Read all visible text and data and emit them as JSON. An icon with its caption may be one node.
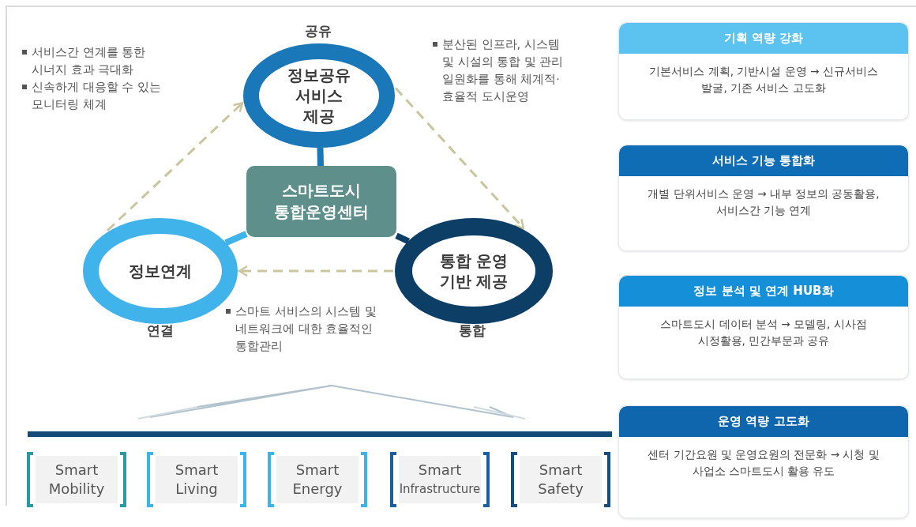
{
  "diagram": {
    "nodes": [
      {
        "text": [
          "정보공유 서비스 제공"
        ],
        "beside": [
          "공유"
        ]
      },
      {
        "text": [
          "스마트도시 통합운영센터"
        ]
      },
      {
        "text": [
          "정보연계"
        ],
        "beside": [
          "연결"
        ]
      },
      {
        "text": [
          "통합 운영 기반 제공"
        ],
        "beside": [
          "통합"
        ]
      },
      {
        "text": [
          "기획 역량 강화",
          "기본서비스 계획, 기반시설 운영 → 신규서비스 발굴, 기존 서비스 고도화"
        ]
      },
      {
        "text": [
          "서비스 기능 통합화",
          "개별 단위서비스 운영 → 내부 정보의 공동활용, 서비스간 기능 연계"
        ]
      },
      {
        "text": [
          "정보 분석 및 연계 HUB화",
          "스마트도시 데이터 분석 → 모델링, 시사점 시정활용, 민간부문과 공유"
        ]
      },
      {
        "text": [
          "운영 역량 고도화",
          "센터 기간요원 및 운영요원의 전문화 → 시청 및 사업소 스마트도시 활용 유도"
        ]
      },
      {
        "text": [
          "Smart Mobility"
        ]
      },
      {
        "text": [
          "Smart Living"
        ]
      },
      {
        "text": [
          "Smart Energy"
        ]
      },
      {
        "text": [
          "Smart Infrastructure"
        ]
      },
      {
        "text": [
          "Smart Safety"
        ]
      }
    ],
    "edges": [
      {
        "from": 1,
        "to": 0,
        "arrow": "none",
        "style": "thick",
        "color": "#1a78b8"
      },
      {
        "from": 1,
        "to": 2,
        "arrow": "none",
        "style": "thick",
        "color": "#3fb3ea"
      },
      {
        "from": 1,
        "to": 3,
        "arrow": "none",
        "style": "thick",
        "color": "#0d3f66"
      },
      {
        "from": 2,
        "to": 0,
        "arrow": "to",
        "style": "dashed",
        "color": "#cbc59e"
      },
      {
        "from": 0,
        "to": 3,
        "arrow": "to",
        "style": "dashed",
        "color": "#cbc59e"
      },
      {
        "from": 3,
        "to": 2,
        "arrow": "to",
        "style": "dashed",
        "color": "#cbc59e"
      }
    ],
    "labels": [
      "서비스간 연계를 통한 시너지 효과 극대화",
      "신속하게 대응할 수 있는 모니터링 체계",
      "분산된 인프라, 시스템 및 시설의 통합 및 관리 일원화를 통해 체계적·효율적 도시운영",
      "스마트 서비스의 시스템 및 네트워크에 대한 효율적인 통합관리"
    ]
  }
}
